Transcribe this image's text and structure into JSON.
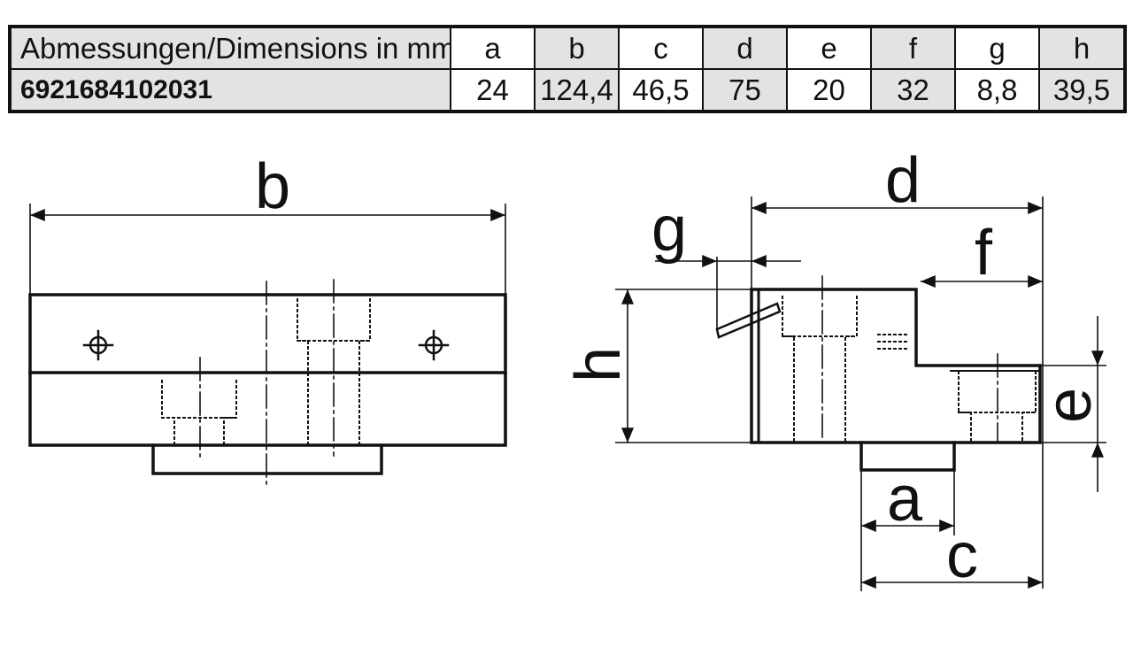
{
  "table": {
    "header_label": "Abmessungen/Dimensions in mm",
    "part_number": "6921684102031",
    "columns": [
      {
        "key": "a",
        "value": "24"
      },
      {
        "key": "b",
        "value": "124,4"
      },
      {
        "key": "c",
        "value": "46,5"
      },
      {
        "key": "d",
        "value": "75"
      },
      {
        "key": "e",
        "value": "20"
      },
      {
        "key": "f",
        "value": "32"
      },
      {
        "key": "g",
        "value": "8,8"
      },
      {
        "key": "h",
        "value": "39,5"
      }
    ]
  },
  "drawing": {
    "labels": {
      "a": "a",
      "b": "b",
      "c": "c",
      "d": "d",
      "e": "e",
      "f": "f",
      "g": "g",
      "h": "h"
    }
  },
  "colors": {
    "line": "#111111",
    "header_shade": "#e3e3e3"
  }
}
